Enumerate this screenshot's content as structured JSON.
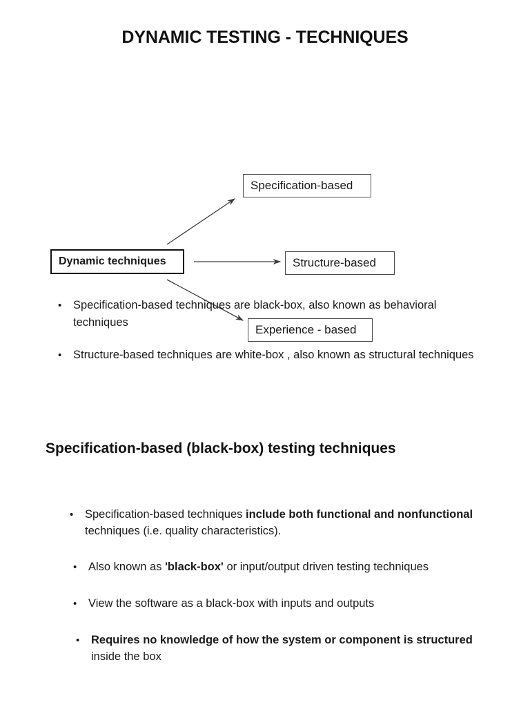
{
  "slide": {
    "title": "DYNAMIC TESTING - TECHNIQUES"
  },
  "diagram": {
    "root_label": "Dynamic techniques",
    "nodes": [
      {
        "id": "specification-based",
        "label": "Specification-based"
      },
      {
        "id": "structure-based",
        "label": "Structure-based"
      },
      {
        "id": "experience-based",
        "label": "Experience - based"
      }
    ],
    "edges": [
      {
        "from": "Dynamic techniques",
        "to": "Specification-based"
      },
      {
        "from": "Dynamic techniques",
        "to": "Structure-based"
      },
      {
        "from": "Dynamic techniques",
        "to": "Experience - based"
      }
    ],
    "colors": {
      "root_border": "#111111",
      "node_border": "#4a4a4a",
      "arrow": "#3d3d3d"
    }
  },
  "bullets_top": {
    "marker": "•",
    "items": [
      {
        "segments": [
          {
            "text": "Specification-based techniques are black-box, also known as behavioral techniques",
            "bold": false
          }
        ]
      },
      {
        "segments": [
          {
            "text": "Structure-based techniques are white-box , also known as structural techniques",
            "bold": false
          }
        ]
      }
    ]
  },
  "section": {
    "heading": "Specification-based (black-box) testing techniques"
  },
  "bullets_bottom": {
    "marker": "•",
    "items": [
      {
        "segments": [
          {
            "text": "Specification-based techniques ",
            "bold": false
          },
          {
            "text": "include both functional and nonfunctional",
            "bold": true
          },
          {
            "text": " techniques (i.e. quality characteristics).",
            "bold": false
          }
        ]
      },
      {
        "segments": [
          {
            "text": "Also known as ",
            "bold": false
          },
          {
            "text": "'black-box'",
            "bold": true
          },
          {
            "text": " or input/output driven testing techniques",
            "bold": false
          }
        ]
      },
      {
        "segments": [
          {
            "text": "View the software as a black-box with inputs and outputs",
            "bold": false
          }
        ]
      },
      {
        "segments": [
          {
            "text": "Requires no knowledge of how the system or component is structured",
            "bold": true
          },
          {
            "text": " inside the box",
            "bold": false
          }
        ]
      }
    ]
  }
}
